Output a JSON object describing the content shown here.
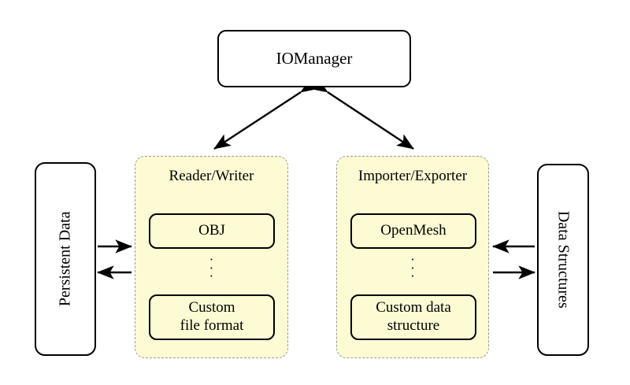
{
  "diagram": {
    "title_node": {
      "label": "IOManager"
    },
    "left_external": {
      "label": "Persistent Data"
    },
    "right_external": {
      "label": "Data Structures"
    },
    "groups": [
      {
        "name": "reader-writer",
        "title": "Reader/Writer",
        "items": [
          {
            "label": "OBJ"
          },
          {
            "label_line1": "Custom",
            "label_line2": "file format"
          }
        ],
        "ellipsis": "⋮"
      },
      {
        "name": "importer-exporter",
        "title": "Importer/Exporter",
        "items": [
          {
            "label": "OpenMesh"
          },
          {
            "label_line1": "Custom data",
            "label_line2": "structure"
          }
        ],
        "ellipsis": "⋮"
      }
    ],
    "connections": [
      {
        "name": "manager-to-reader-writer",
        "style": "double-headed-arrow"
      },
      {
        "name": "manager-to-importer-exporter",
        "style": "double-headed-arrow"
      },
      {
        "name": "persistent-data-to-reader-writer",
        "style": "arrow-right"
      },
      {
        "name": "reader-writer-to-persistent-data",
        "style": "arrow-left"
      },
      {
        "name": "data-structures-to-importer-exporter",
        "style": "arrow-left"
      },
      {
        "name": "importer-exporter-to-data-structures",
        "style": "arrow-right"
      }
    ]
  },
  "colors": {
    "group_fill": "#fcfbd4",
    "group_border": "#9a9a9a",
    "node_border": "#000000",
    "background": "#ffffff"
  }
}
